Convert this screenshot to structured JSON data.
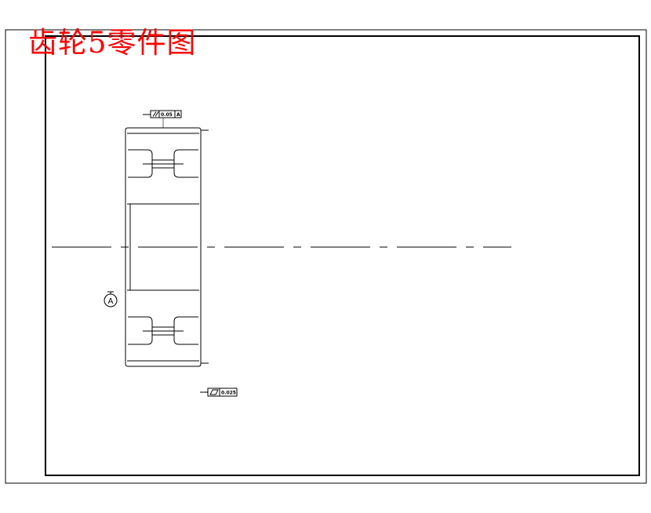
{
  "title": "齿轮5零件图",
  "colors": {
    "title": "#ff0000",
    "line": "#000000",
    "background": "#ffffff"
  },
  "parallelism_tolerance": {
    "symbol": "//",
    "value": "0.05",
    "datum": "A"
  },
  "flatness_tolerance": {
    "symbol": "parallelogram",
    "value": "0.025"
  },
  "datum_label": "A"
}
